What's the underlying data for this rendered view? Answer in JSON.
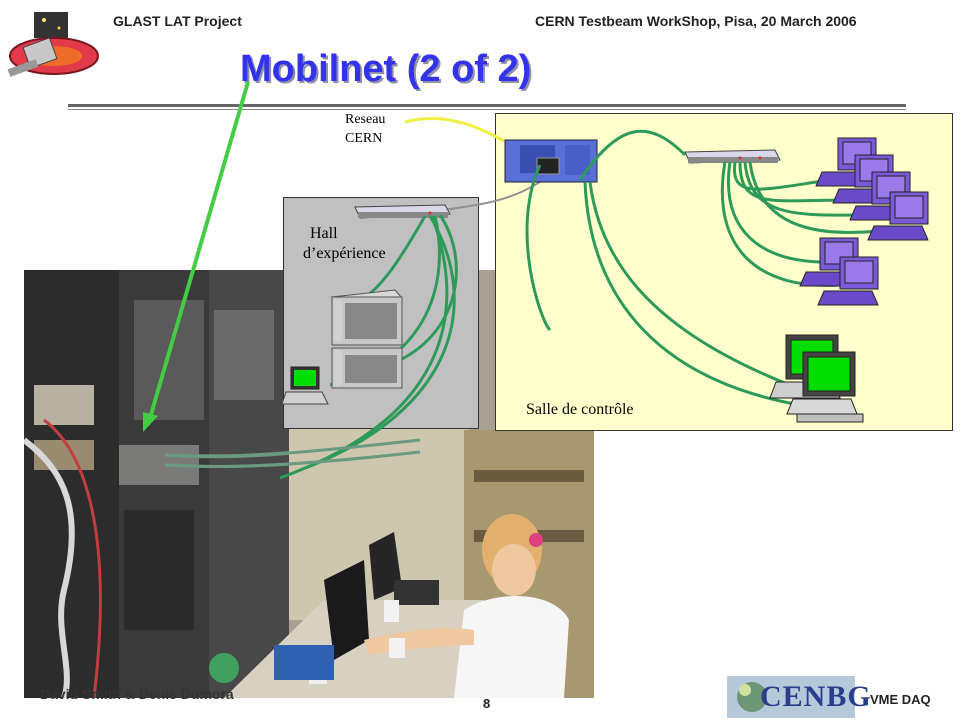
{
  "header": {
    "left": "GLAST LAT Project",
    "right": "CERN Testbeam WorkShop, Pisa, 20 March 2006"
  },
  "title": "Mobilnet (2 of 2)",
  "diagram": {
    "reseau_line1": "Reseau",
    "reseau_line2": "CERN",
    "hall_line1": "Hall",
    "hall_line2": "d’expérience",
    "salle": "Salle de contrôle"
  },
  "footer": {
    "left": "David Smith & Denis Dumora",
    "page": "8",
    "right": "VME DAQ",
    "logo_text": "CENBG"
  },
  "colors": {
    "title": "#3333ee",
    "cable": "#2e9a5a",
    "uplink": "#f0f040",
    "arrow": "#44cc44",
    "hall_panel": "#c0c0c0",
    "salle_panel": "#ffffcc",
    "monitor_purple": "#7a5ad8",
    "monitor_green": "#00dd00"
  }
}
